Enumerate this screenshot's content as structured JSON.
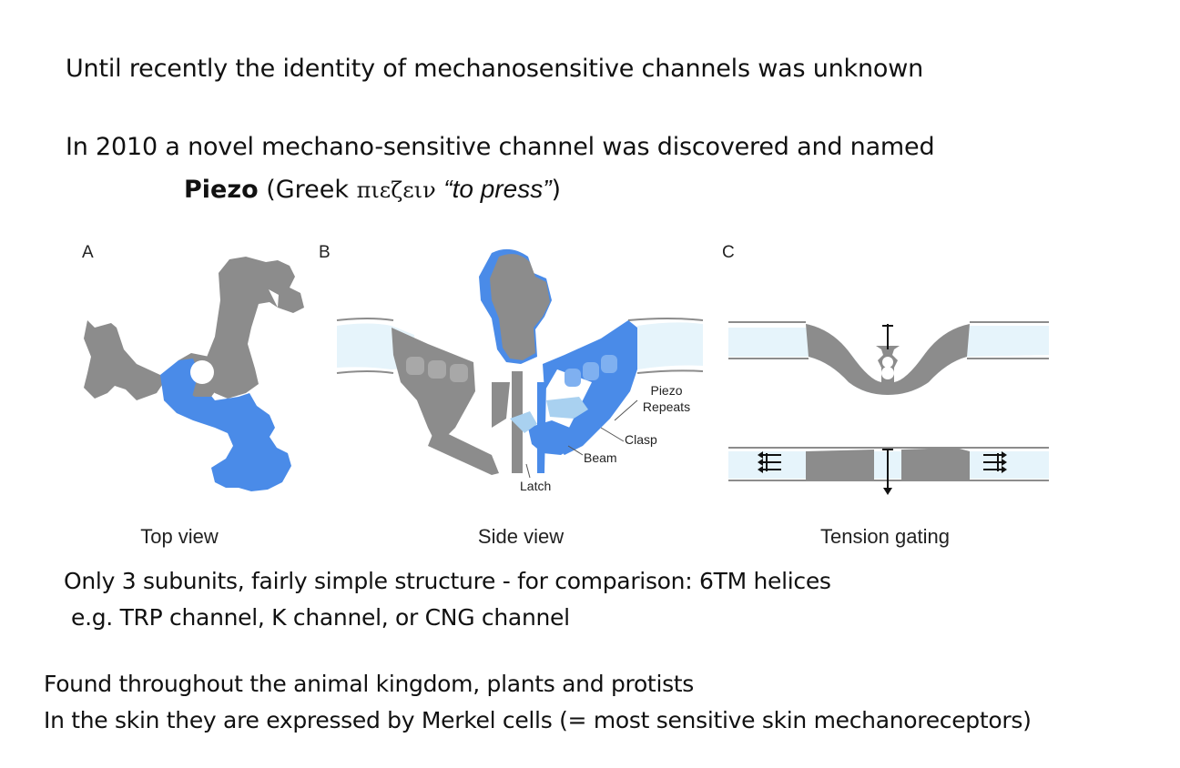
{
  "slide": {
    "line1": "Until recently the identity of mechanosensitive channels was unknown",
    "line2": "In 2010 a novel mechano-sensitive channel was discovered and named",
    "line3": {
      "term": "Piezo",
      "paren_open": " (Greek ",
      "greek": "πιεζειν",
      "quote": "“to press”",
      "paren_close": ")"
    },
    "line4": "Only 3 subunits, fairly simple structure - for comparison: 6TM helices",
    "line5": "e.g. TRP channel, K channel,  or CNG channel",
    "line6": "Found throughout the animal kingdom, plants and protists",
    "line7": "In the skin they are expressed by Merkel cells (= most sensitive skin mechanoreceptors)"
  },
  "figure": {
    "panel_a": {
      "letter": "A",
      "caption": "Top view"
    },
    "panel_b": {
      "letter": "B",
      "caption": "Side view",
      "labels": {
        "piezo_repeats_1": "Piezo",
        "piezo_repeats_2": "Repeats",
        "clasp": "Clasp",
        "beam": "Beam",
        "latch": "Latch"
      }
    },
    "panel_c": {
      "letter": "C",
      "caption": "Tension gating"
    },
    "colors": {
      "protein_gray": "#8c8c8c",
      "subunit_blue": "#4a8be8",
      "light_blue": "#a9d1f0",
      "membrane": "#e6f4fb"
    }
  }
}
